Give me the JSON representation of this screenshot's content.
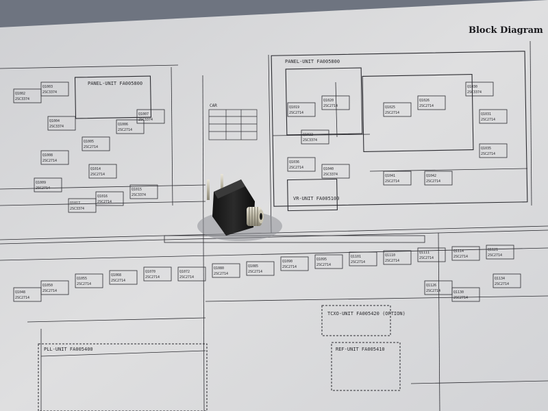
{
  "photo": {
    "heading": "Block Diagram",
    "paper_color": "#dcdcdd",
    "ink_color": "#2b2b30",
    "background_color": "#6e7480",
    "unit_labels": [
      "PANEL-UNIT FA005800",
      "PANEL-UNIT FA005800",
      "VR-UNIT FA005100",
      "TCXO-UNIT FA005420 (OPTION)",
      "REF-UNIT FA005410",
      "PLL-UNIT FA005400"
    ],
    "blocks": [
      "Q1002 2SC3374",
      "Q1003 2SC3374",
      "Q1004 2SC3374",
      "Q1005 2SC2714",
      "Q1006 2SC2714",
      "Q1007 2SC3374",
      "Q1008 2SC2714",
      "Q1009 2SC2714",
      "Q1014 2SC2714",
      "Q1015 2SC3374",
      "Q1016 2SC2714",
      "Q1017 2SC3374",
      "Q1019 2SC2714",
      "Q1020 2SC2714",
      "Q1022 2SC3374",
      "Q1025 2SC2714",
      "Q1026 2SC2714",
      "Q1030 2SC3374",
      "Q1031 2SC2714",
      "Q1035 2SC2714",
      "Q1036 2SC2714",
      "Q1040 2SC3374",
      "Q1041 2SC2714",
      "Q1042 2SC2714",
      "Q1048 2SC2714",
      "Q1050 2SC2714",
      "Q1055 2SC2714",
      "Q1068 2SC2714",
      "Q1070 2SC2714",
      "Q1072 2SC2714",
      "Q1080 2SC2714",
      "Q1085 2SC2714",
      "Q1090 2SC2714",
      "Q1095 2SC2714",
      "Q1101 2SC2714",
      "Q1110 2SC2714",
      "Q1111 2SC2714",
      "Q1114 2SC2714",
      "Q1121 2SC2714",
      "Q1126 2SC2714",
      "Q1130 2SC2714",
      "Q1134 2SC2714"
    ],
    "car_table_heading": "CAR"
  }
}
